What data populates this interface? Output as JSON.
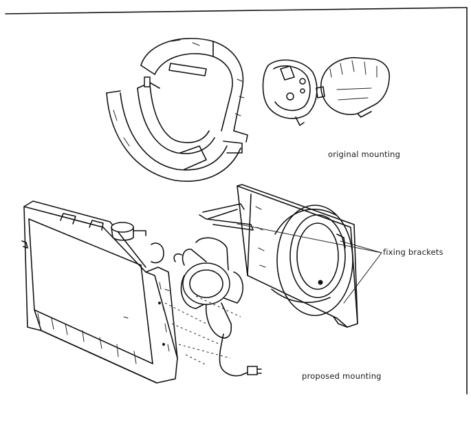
{
  "labels": {
    "original": "original mounting",
    "fixing": "fixing brackets",
    "proposed": "proposed mounting"
  }
}
